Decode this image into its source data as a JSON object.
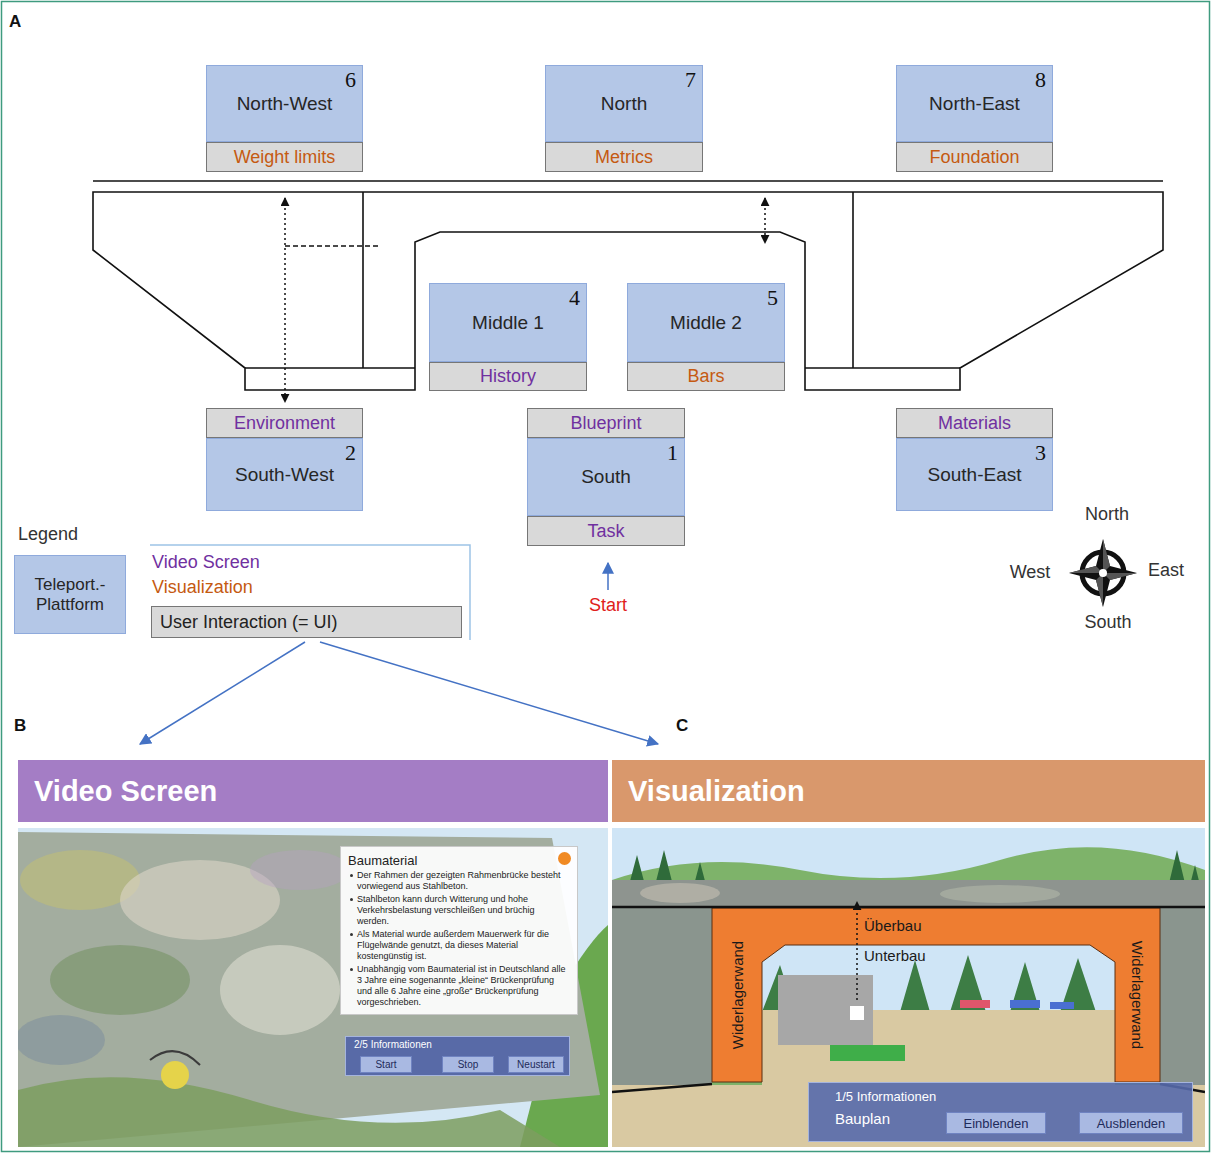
{
  "diagram": {
    "nodes": [
      {
        "text": [
          "North-West",
          "6"
        ]
      },
      {
        "text": [
          "Weight limits"
        ]
      },
      {
        "text": [
          "North",
          "7"
        ]
      },
      {
        "text": [
          "Metrics"
        ]
      },
      {
        "text": [
          "North-East",
          "8"
        ]
      },
      {
        "text": [
          "Foundation"
        ]
      },
      {
        "text": [
          "Middle 1",
          "4"
        ]
      },
      {
        "text": [
          "History"
        ]
      },
      {
        "text": [
          "Middle 2",
          "5"
        ]
      },
      {
        "text": [
          "Bars"
        ]
      },
      {
        "text": [
          "Environment"
        ]
      },
      {
        "text": [
          "South-West",
          "2"
        ]
      },
      {
        "text": [
          "Blueprint"
        ]
      },
      {
        "text": [
          "South",
          "1"
        ]
      },
      {
        "text": [
          "Task"
        ]
      },
      {
        "text": [
          "Materials"
        ]
      },
      {
        "text": [
          "South-East",
          "3"
        ]
      },
      {
        "text": [
          "Video Screen"
        ]
      },
      {
        "text": [
          "Baumaterial",
          "Der Rahmen der gezeigten Rahmenbrücke besteht vorwiegend aus Stahlbeton.",
          "Stahlbeton kann durch Witterung und hohe Verkehrsbelastung verschleißen und brüchig werden.",
          "Als Material wurde außerdem Mauerwerk für die Flügelwände genutzt, da dieses Material kostengünstig ist.",
          "Unabhängig vom Baumaterial ist in Deutschland alle 3 Jahre eine sogenannte „kleine“ Brückenprüfung und alle 6 Jahre eine „große“ Brückenprüfung vorgeschrieben."
        ]
      },
      {
        "text": [
          "2/5 Informationen"
        ]
      },
      {
        "text": [
          "Start"
        ],
        "in": 19
      },
      {
        "text": [
          "Stop"
        ],
        "in": 19
      },
      {
        "text": [
          "Neustart"
        ],
        "in": 19
      },
      {
        "text": [
          "Visualization"
        ]
      },
      {
        "text": [
          "1/5 Informationen",
          "Bauplan"
        ]
      },
      {
        "text": [
          "Einblenden"
        ],
        "in": 24
      },
      {
        "text": [
          "Ausblenden"
        ],
        "in": 24
      }
    ],
    "labels": [
      "A",
      "Legend",
      "Start",
      "North",
      "West",
      "East",
      "South",
      "B",
      "C",
      "Überbau",
      "Unterbau",
      "Widerlagerwand",
      "Widerlagerwand"
    ],
    "legend": [
      {
        "text": "Teleport.- Plattform",
        "color": "#b4c7e7"
      },
      {
        "text": "Video Screen"
      },
      {
        "text": "Visualization"
      },
      {
        "text": "User Interaction (= UI)",
        "color": "#d9d9d9"
      }
    ]
  }
}
